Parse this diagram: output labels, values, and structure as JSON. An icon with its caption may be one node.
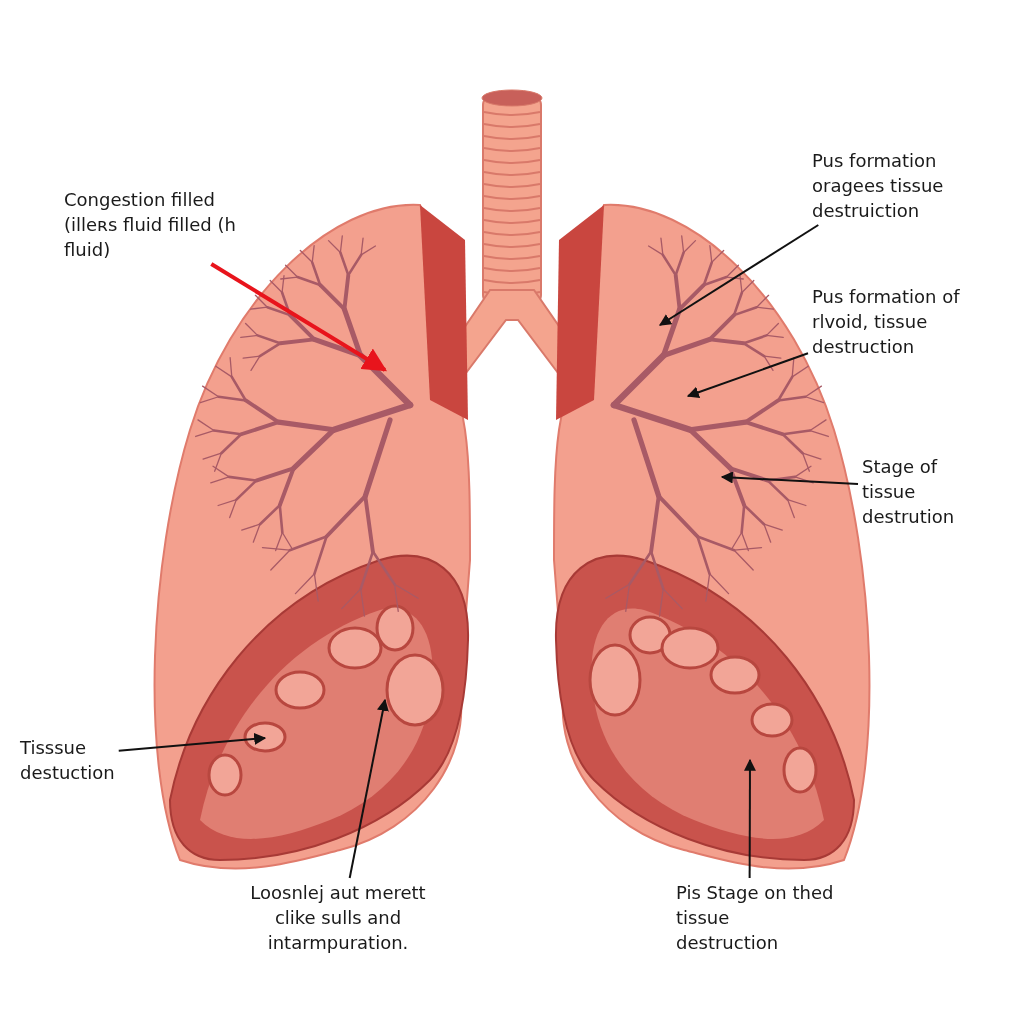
{
  "diagram": {
    "nodes": [
      {
        "text": [
          "Congestion filled (illeʀs fluid filled (h fluid)"
        ]
      },
      {
        "text": [
          "Pus formation oragees tissue destruiction"
        ]
      },
      {
        "text": [
          "Pus formation of rlvoid, tissue destruction"
        ]
      },
      {
        "text": [
          "Stage of tissue destrution"
        ]
      },
      {
        "text": [
          "Tisssue destuction"
        ]
      },
      {
        "text": [
          "Loosnlej aut merett clike sulls and intarmpuration."
        ]
      },
      {
        "text": [
          "Pis Stage on thed tissue destruction"
        ]
      }
    ],
    "edges": [
      {
        "from": 0,
        "to": null,
        "arrow": "to",
        "style": "thick",
        "color": "#e8141c"
      },
      {
        "from": 1,
        "to": null,
        "arrow": "to"
      },
      {
        "from": 2,
        "to": null,
        "arrow": "to"
      },
      {
        "from": 3,
        "to": null,
        "arrow": "to"
      },
      {
        "from": 4,
        "to": null,
        "arrow": "to"
      },
      {
        "from": 5,
        "to": null,
        "arrow": "to"
      },
      {
        "from": 6,
        "to": null,
        "arrow": "to"
      }
    ]
  }
}
